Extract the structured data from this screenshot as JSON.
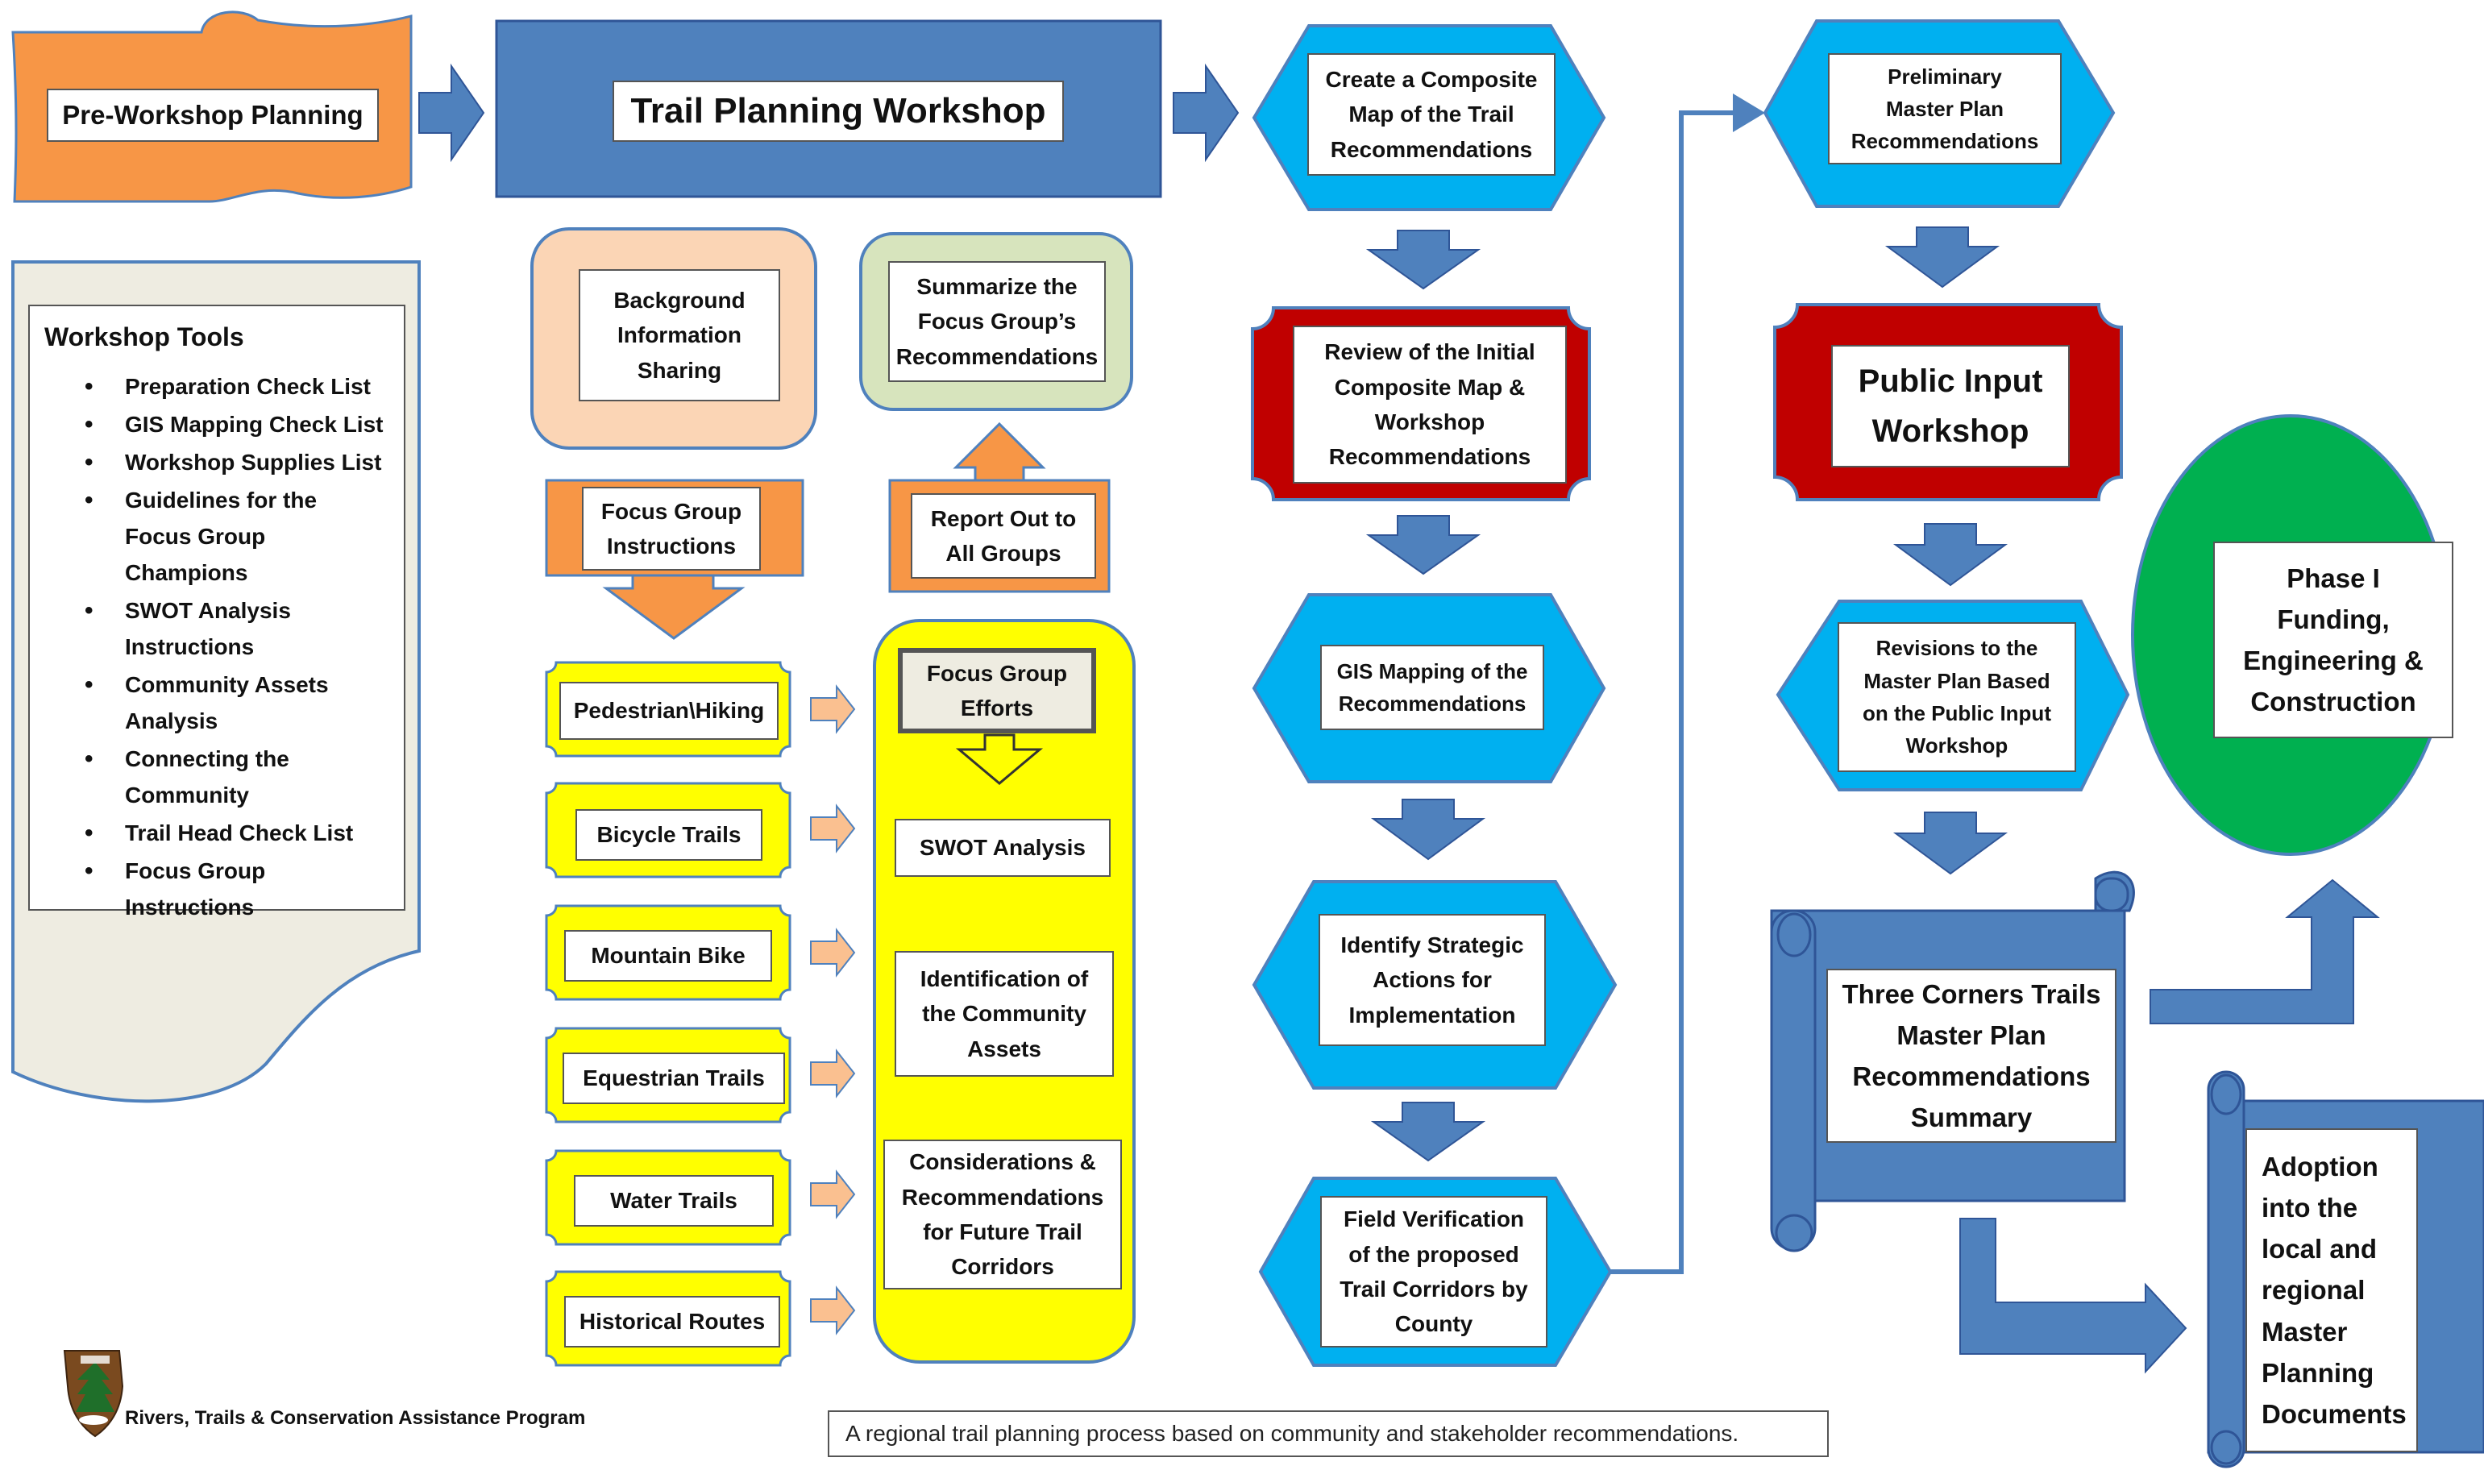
{
  "flow": {
    "pre_workshop": "Pre-Workshop Planning",
    "trail_workshop": "Trail Planning Workshop",
    "composite_map": "Create a Composite\nMap of the Trail\nRecommendations",
    "review_initial": "Review of the Initial\nComposite Map &\nWorkshop\nRecommendations",
    "gis_mapping": "GIS Mapping of the\nRecommendations",
    "identify_actions": "Identify Strategic\nActions for\nImplementation",
    "field_verification": "Field Verification\nof the proposed\nTrail Corridors by\nCounty",
    "preliminary_plan": "Preliminary\nMaster Plan\nRecommendations",
    "public_input": "Public Input\nWorkshop",
    "revisions": "Revisions to the\nMaster Plan Based\non the Public Input\nWorkshop",
    "summary": "Three Corners Trails\nMaster Plan\nRecommendations\nSummary",
    "phase_one": "Phase I\nFunding,\nEngineering &\nConstruction",
    "adoption": "Adoption\ninto the\nlocal and\nregional\nMaster\nPlanning\nDocuments"
  },
  "workshop_tools": {
    "title": "Workshop Tools",
    "items": [
      "Preparation Check List",
      "GIS Mapping Check List",
      "Workshop Supplies List",
      "Guidelines for the Focus Group Champions",
      "SWOT Analysis Instructions",
      "Community Assets Analysis",
      "Connecting the Community",
      "Trail Head Check List",
      "Focus Group Instructions"
    ]
  },
  "workshop_steps": {
    "background": "Background\nInformation\nSharing",
    "summarize": "Summarize the\nFocus Group’s\nRecommendations",
    "focus_instructions": "Focus Group\nInstructions",
    "report_out": "Report Out to\nAll Groups"
  },
  "focus_groups": [
    "Pedestrian\\Hiking",
    "Bicycle Trails",
    "Mountain Bike",
    "Equestrian Trails",
    "Water Trails",
    "Historical Routes"
  ],
  "efforts": {
    "header": "Focus Group\nEfforts",
    "swot": "SWOT Analysis",
    "assets": "Identification of\nthe Community\nAssets",
    "considerations": "Considerations &\nRecommendations\nfor Future Trail\nCorridors"
  },
  "caption": "A regional trail planning process based on community and stakeholder recommendations.",
  "program": "Rivers, Trails & Conservation Assistance Program",
  "colors": {
    "blue": "#4f81bd",
    "cyan": "#00b0f0",
    "orange": "#f79646",
    "red": "#c00000",
    "yellow": "#ffff00",
    "green": "#00b050",
    "peach": "#fbd5b5",
    "sage": "#d7e4bd",
    "light_orange": "#fac090",
    "cream": "#eeece1",
    "navy": "#1f4e79"
  }
}
